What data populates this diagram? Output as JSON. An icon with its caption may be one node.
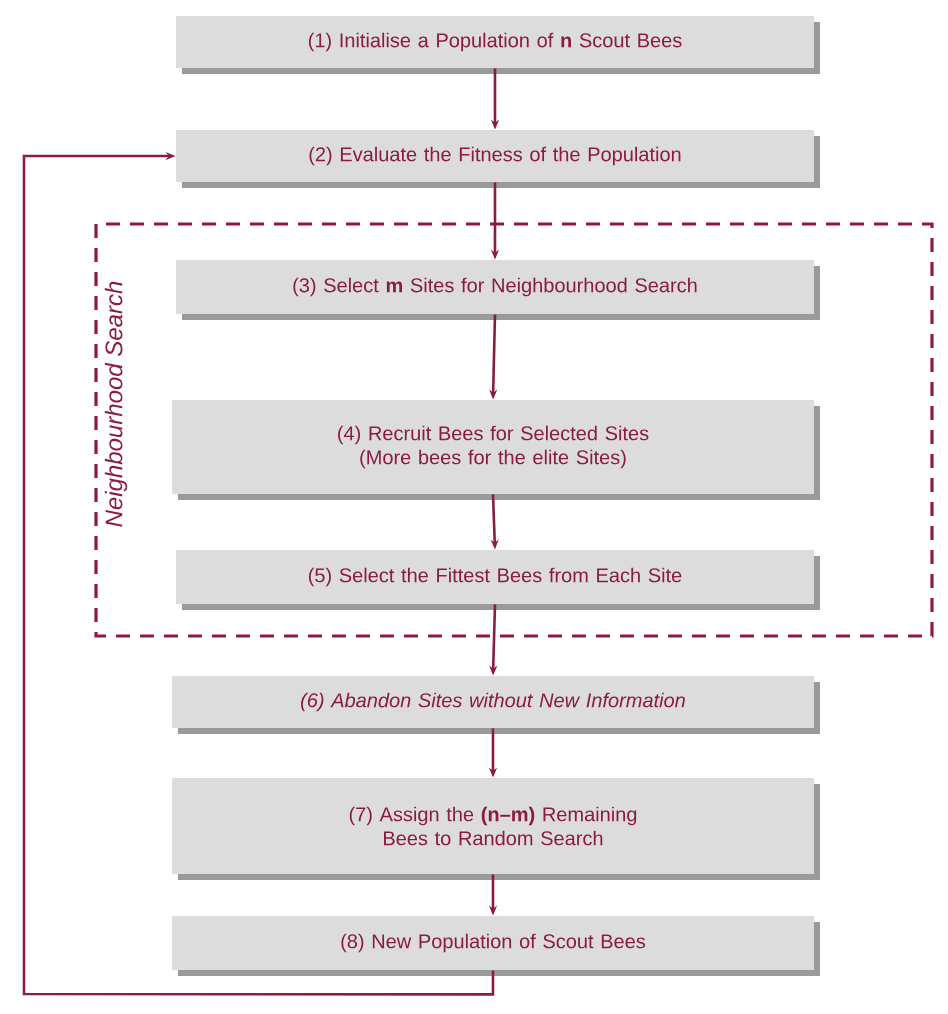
{
  "diagram": {
    "nodes": [
      {
        "text": [
          "(1) Initialise a Population of **n** Scout Bees"
        ]
      },
      {
        "text": [
          "(2) Evaluate the Fitness of the Population"
        ]
      },
      {
        "text": [
          "Neighbourhood Search"
        ]
      },
      {
        "text": [
          "(3) Select **m** Sites for Neighbourhood Search"
        ],
        "in": 2
      },
      {
        "text": [
          "(4) Recruit Bees for Selected Sites (More bees for the elite Sites)"
        ],
        "in": 2
      },
      {
        "text": [
          "(5) Select the Fittest Bees from Each Site"
        ],
        "in": 2
      },
      {
        "text": [
          "(6) Abandon Sites without New Information"
        ]
      },
      {
        "text": [
          "(7) Assign the **(n–m)** Remaining Bees to Random Search"
        ]
      },
      {
        "text": [
          "(8) New Population of Scout Bees"
        ]
      }
    ],
    "edges": [
      {
        "from": 0,
        "to": 1,
        "arrow": "to"
      },
      {
        "from": 1,
        "to": 3,
        "arrow": "to"
      },
      {
        "from": 3,
        "to": 4,
        "arrow": "to"
      },
      {
        "from": 4,
        "to": 5,
        "arrow": "to"
      },
      {
        "from": 5,
        "to": 6,
        "arrow": "to"
      },
      {
        "from": 6,
        "to": 7,
        "arrow": "to"
      },
      {
        "from": 7,
        "to": 8,
        "arrow": "to"
      },
      {
        "from": 8,
        "to": 1,
        "arrow": "to"
      }
    ]
  }
}
